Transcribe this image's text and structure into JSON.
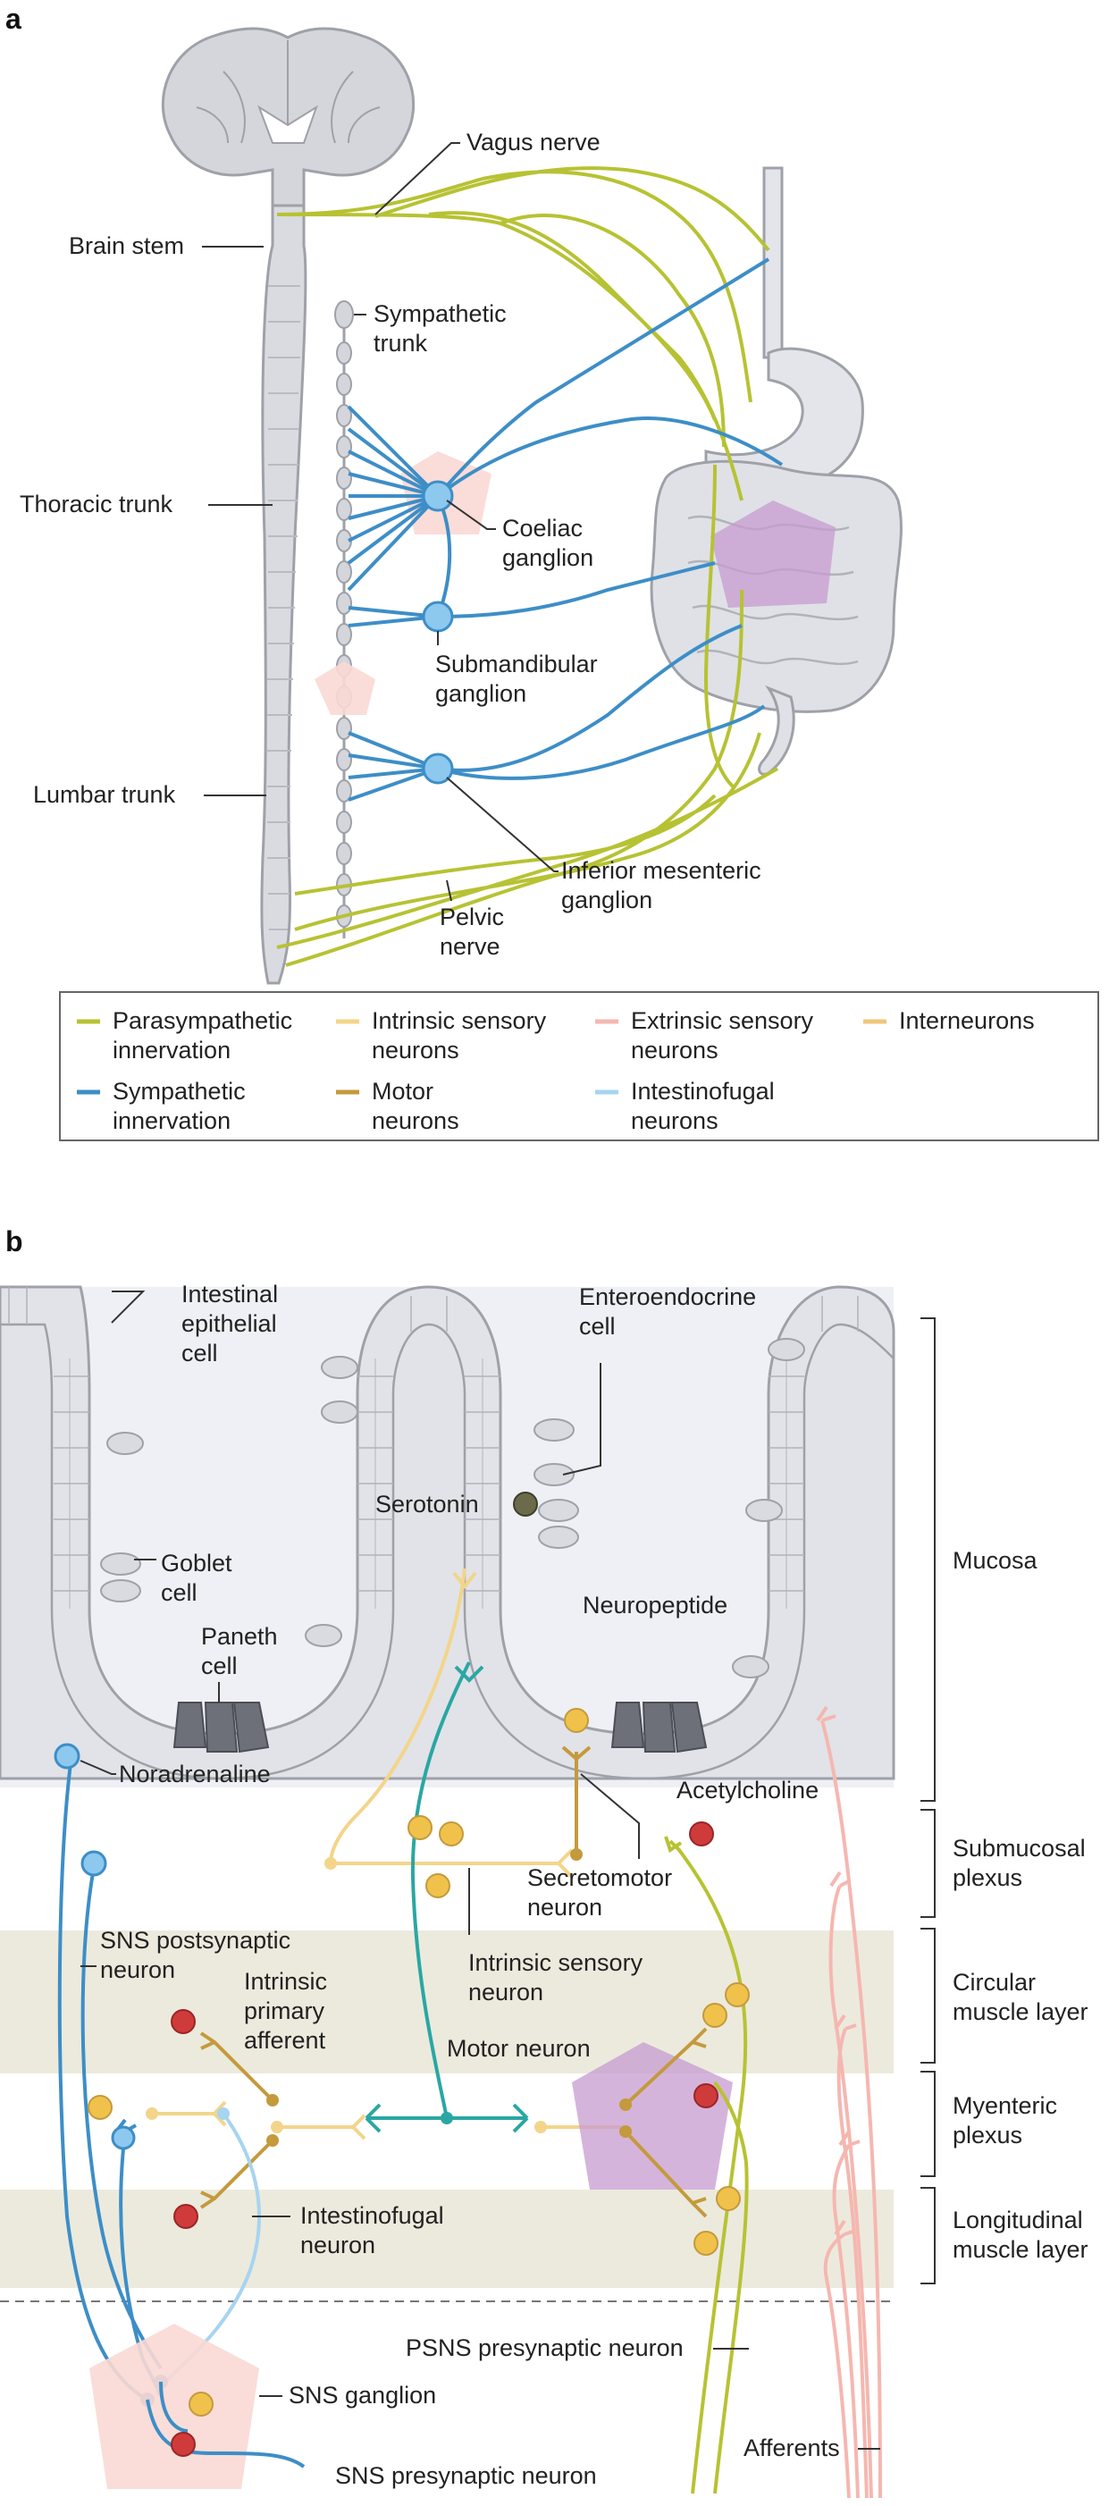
{
  "panel_a": {
    "letter": "a",
    "labels": {
      "vagus": "Vagus nerve",
      "brainstem": "Brain stem",
      "symp_trunk_1": "Sympathetic",
      "symp_trunk_2": "trunk",
      "thoracic": "Thoracic trunk",
      "coeliac_1": "Coeliac",
      "coeliac_2": "ganglion",
      "submand_1": "Submandibular",
      "submand_2": "ganglion",
      "lumbar": "Lumbar trunk",
      "infmes_1": "Inferior mesenteric",
      "infmes_2": "ganglion",
      "pelvic_1": "Pelvic",
      "pelvic_2": "nerve"
    }
  },
  "legend": {
    "items": [
      {
        "line1": "Parasympathetic",
        "line2": "innervation",
        "color": "#b7c233"
      },
      {
        "line1": "Intrinsic sensory",
        "line2": "neurons",
        "color": "#f3d58a"
      },
      {
        "line1": "Extrinsic sensory",
        "line2": "neurons",
        "color": "#f5b7b0"
      },
      {
        "line1": "Interneurons",
        "line2": "",
        "color": "#f0c77a"
      },
      {
        "line1": "Sympathetic",
        "line2": "innervation",
        "color": "#3d8ec7"
      },
      {
        "line1": "Motor",
        "line2": "neurons",
        "color": "#c49a3d"
      },
      {
        "line1": "Intestinofugal",
        "line2": "neurons",
        "color": "#a7d4f0"
      }
    ]
  },
  "panel_b": {
    "letter": "b",
    "labels": {
      "iec_1": "Intestinal",
      "iec_2": "epithelial",
      "iec_3": "cell",
      "ee_1": "Enteroendocrine",
      "ee_2": "cell",
      "serotonin": "Serotonin",
      "goblet_1": "Goblet",
      "goblet_2": "cell",
      "paneth_1": "Paneth",
      "paneth_2": "cell",
      "neuropeptide": "Neuropeptide",
      "noradrenaline": "Noradrenaline",
      "acetylcholine": "Acetylcholine",
      "secretomotor_1": "Secretomotor",
      "secretomotor_2": "neuron",
      "sns_post_1": "SNS postsynaptic",
      "sns_post_2": "neuron",
      "isn_1": "Intrinsic sensory",
      "isn_2": "neuron",
      "ipa_1": "Intrinsic",
      "ipa_2": "primary",
      "ipa_3": "afferent",
      "motor": "Motor neuron",
      "intestinofugal_1": "Intestinofugal",
      "intestinofugal_2": "neuron",
      "psns": "PSNS presynaptic neuron",
      "sns_ganglion": "SNS ganglion",
      "afferents": "Afferents",
      "sns_pre": "SNS presynaptic neuron"
    },
    "layers": [
      {
        "line1": "Mucosa",
        "line2": ""
      },
      {
        "line1": "Submucosal",
        "line2": "plexus"
      },
      {
        "line1": "Circular",
        "line2": "muscle layer"
      },
      {
        "line1": "Myenteric",
        "line2": "plexus"
      },
      {
        "line1": "Longitudinal",
        "line2": "muscle layer"
      }
    ]
  }
}
